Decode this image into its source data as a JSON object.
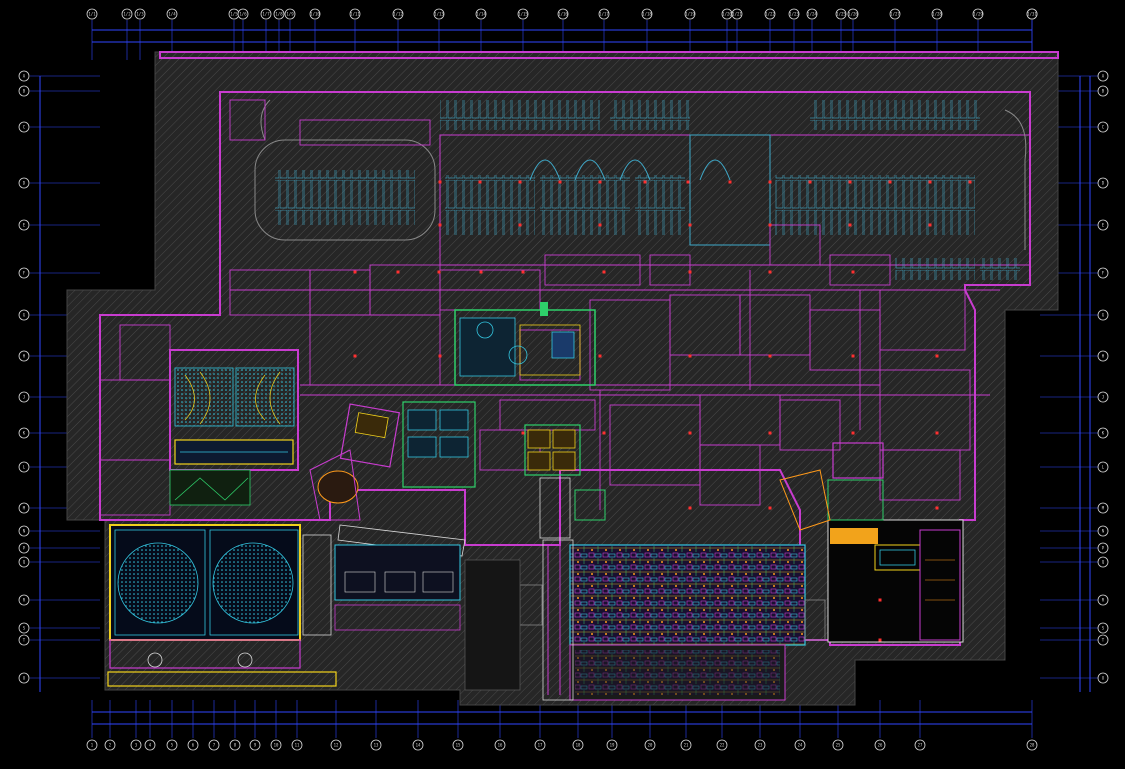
{
  "drawing": {
    "type": "architectural-floor-plan",
    "background_color": "#000000",
    "colors": {
      "grid_axis": "#3a4cff",
      "dimension_line": "#2f46ff",
      "wall": "#c83ccf",
      "hatch": "#5a5a5a",
      "mass": "#2e2e2e",
      "parking": "#3fa9c9",
      "furniture": "#33c6e0",
      "accent_yellow": "#f2d21b",
      "accent_green": "#2ed06a",
      "accent_orange": "#ff9a1a",
      "accent_red": "#ff3030",
      "bubble": "#d8d8d8"
    }
  },
  "grid_top": {
    "labels": [
      "1/1",
      "1/2",
      "1/3",
      "1/4",
      "1/5",
      "1/6",
      "1/7",
      "1/8",
      "1/9",
      "1/10",
      "1/11",
      "1/12",
      "1/13",
      "1/14",
      "1/15",
      "1/16",
      "1/17",
      "1/18",
      "1/19",
      "1/20",
      "1/21",
      "1/22",
      "1/23",
      "1/24",
      "1/25",
      "1/26",
      "1/27",
      "1/28",
      "1/29",
      "1/30",
      "1/31"
    ]
  },
  "grid_bottom": {
    "labels": [
      "1",
      "2",
      "3",
      "4",
      "5",
      "6",
      "7",
      "8",
      "9",
      "10",
      "11",
      "12",
      "13",
      "14",
      "15",
      "16",
      "17",
      "18",
      "19",
      "20",
      "21",
      "22",
      "23",
      "24",
      "25",
      "26",
      "27",
      "28"
    ]
  },
  "grid_left": {
    "labels": [
      "A",
      "B",
      "C",
      "D",
      "E",
      "F",
      "G",
      "H",
      "J",
      "K",
      "L",
      "M",
      "N",
      "P",
      "Q",
      "R",
      "S",
      "T",
      "U"
    ]
  },
  "grid_right": {
    "labels": [
      "A",
      "B",
      "C",
      "D",
      "E",
      "F",
      "G",
      "H",
      "J",
      "K",
      "L",
      "M",
      "N",
      "P",
      "Q",
      "R",
      "S",
      "T",
      "U"
    ]
  }
}
